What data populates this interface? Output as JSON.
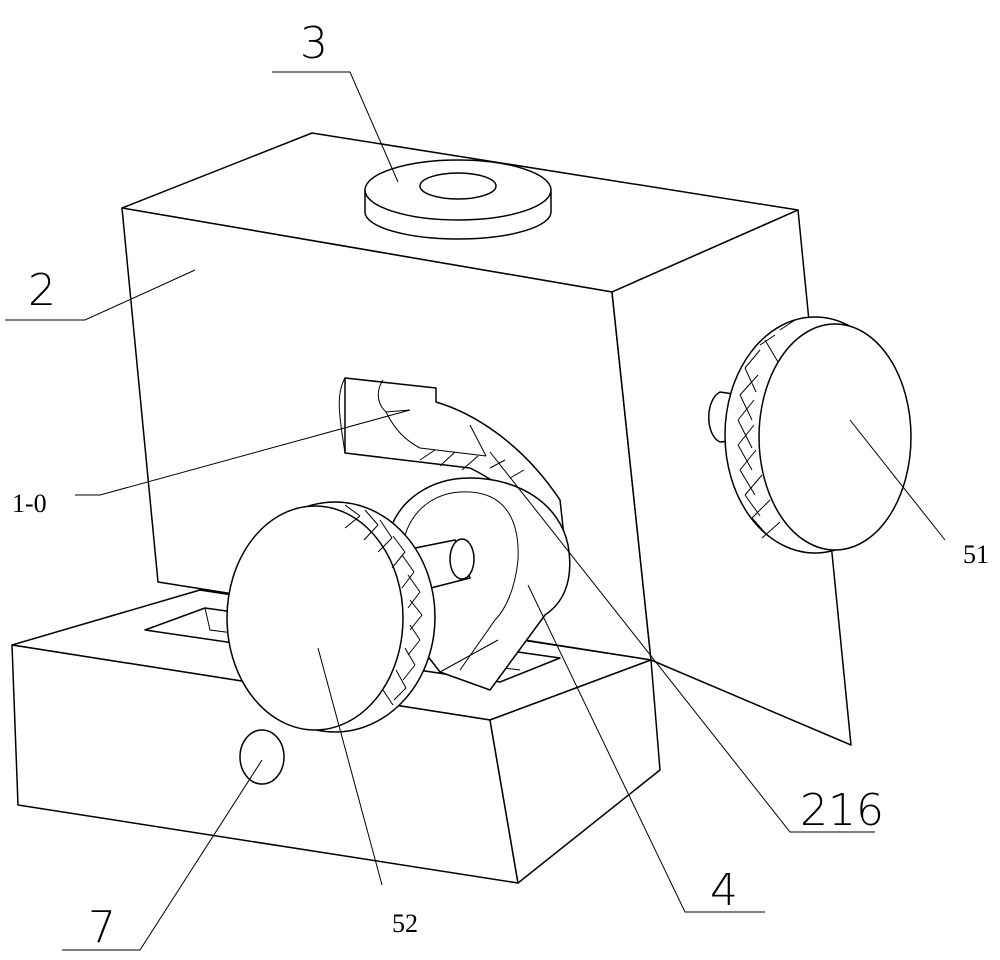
{
  "figure": {
    "labels": {
      "part_3": "3",
      "part_2": "2",
      "part_1_0": "1-0",
      "part_51": "51",
      "part_216": "216",
      "part_52": "52",
      "part_4": "4",
      "part_7": "7"
    }
  }
}
